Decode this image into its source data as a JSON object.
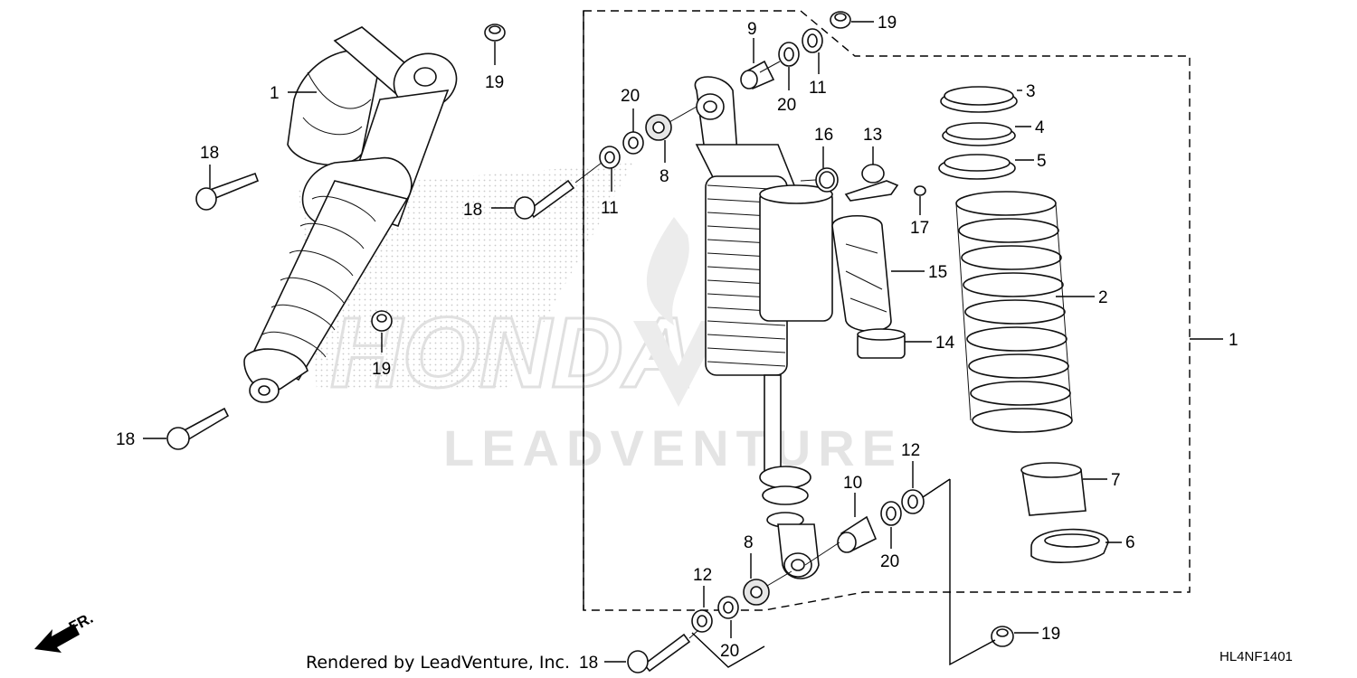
{
  "watermark": {
    "brand_text": "LEADVENTURE",
    "maker_text": "HONDA"
  },
  "direction_indicator": {
    "label": "FR."
  },
  "footer": {
    "rendered_by": "Rendered by LeadVenture, Inc.",
    "diagram_code": "HL4NF1401"
  },
  "callouts": {
    "c1_left": "1",
    "c19_top_left": "19",
    "c18_left_upper": "18",
    "c19_mid_left": "19",
    "c18_left_lower": "18",
    "c20_upper": "20",
    "c8_upper": "8",
    "c18_center": "18",
    "c11_lower": "11",
    "c9": "9",
    "c20_top": "20",
    "c11_top": "11",
    "c19_top_right": "19",
    "c16": "16",
    "c13": "13",
    "c17": "17",
    "c15": "15",
    "c14": "14",
    "c3": "3",
    "c4": "4",
    "c5": "5",
    "c2": "2",
    "c1_right": "1",
    "c7": "7",
    "c6": "6",
    "c12_right": "12",
    "c10": "10",
    "c20_right": "20",
    "c8_lower": "8",
    "c12_lower": "12",
    "c20_lower": "20",
    "c18_bottom": "18",
    "c19_bottom_right": "19"
  }
}
